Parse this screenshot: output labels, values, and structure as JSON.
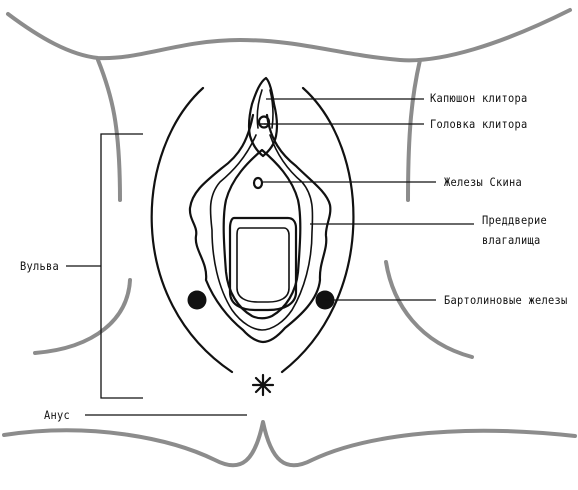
{
  "labels": {
    "clitoral_hood": "Капюшон клитора",
    "glans_clitoris": "Головка клитора",
    "skene_glands": "Железы Скина",
    "vestibule_line1": "Преддверие",
    "vestibule_line2": "влагалища",
    "bartholin_glands": "Бартолиновые железы",
    "vulva": "Вульва",
    "anus": "Анус"
  },
  "colors": {
    "outline": "#111111",
    "body_contour": "#8c8c8c",
    "background": "#ffffff"
  }
}
